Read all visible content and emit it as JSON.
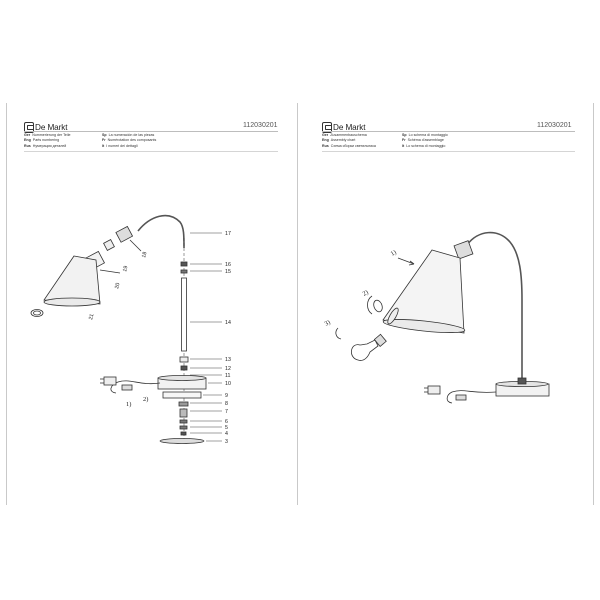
{
  "left_page": {
    "brand": "De Markt",
    "code": "112030201",
    "languages": [
      {
        "code": "Ger",
        "text": "Nummerierung der Teile"
      },
      {
        "code": "Eng",
        "text": "Parts numbering"
      },
      {
        "code": "Rus",
        "text": "Нумерация деталей"
      },
      {
        "code": "Sp",
        "text": "La numeración de las piezas"
      },
      {
        "code": "Fr",
        "text": "Numérotation des composants"
      },
      {
        "code": "It",
        "text": "I numeri dei dettagli"
      }
    ],
    "part_numbers": [
      "17",
      "16",
      "15",
      "14",
      "13",
      "12",
      "11",
      "10",
      "9",
      "8",
      "7",
      "6",
      "5",
      "4",
      "3",
      "18",
      "19",
      "20",
      "21",
      "1)",
      "2)"
    ]
  },
  "right_page": {
    "brand": "De Markt",
    "code": "112030201",
    "languages": [
      {
        "code": "Ger",
        "text": "Zusammenbauschema"
      },
      {
        "code": "Eng",
        "text": "Assembly chart"
      },
      {
        "code": "Rus",
        "text": "Схема сборки светильника"
      },
      {
        "code": "Sp",
        "text": "Lo schema di montaggio"
      },
      {
        "code": "Fr",
        "text": "Schéma d'assemblage"
      },
      {
        "code": "It",
        "text": "Lo schema di montaggio"
      }
    ],
    "steps": [
      "1)",
      "2)",
      "3)"
    ]
  },
  "colors": {
    "line": "#333333",
    "border": "#c9c9c9",
    "fill": "#eeeeee"
  }
}
